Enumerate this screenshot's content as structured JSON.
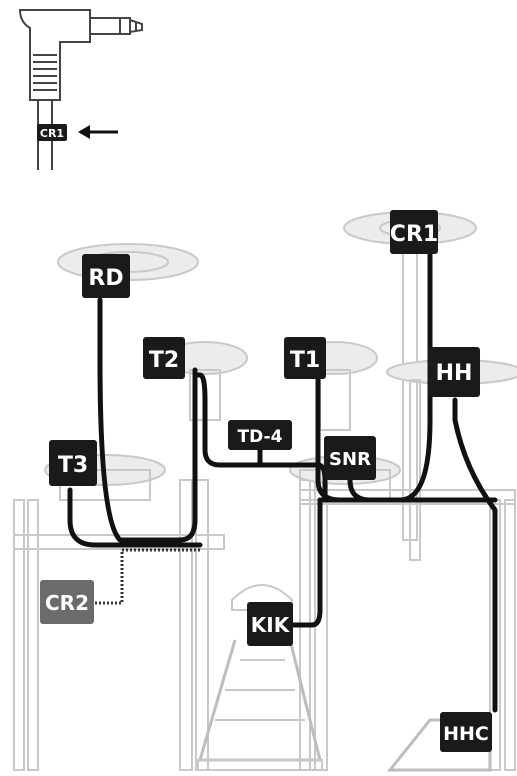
{
  "labels": {
    "inset_tag": "CR1",
    "crash1": "CR1",
    "ride": "RD",
    "tom2": "T2",
    "tom1": "T1",
    "hihat": "HH",
    "module": "TD-4",
    "snare": "SNR",
    "tom3": "T3",
    "crash2": "CR2",
    "kick": "KIK",
    "hihat_control": "HHC"
  },
  "colors": {
    "label_bg": "#1a1a1a",
    "label_bg_optional": "#6b6b6b",
    "label_text": "#ffffff",
    "cable": "#111111",
    "kit_outline": "#c9c9c9"
  }
}
